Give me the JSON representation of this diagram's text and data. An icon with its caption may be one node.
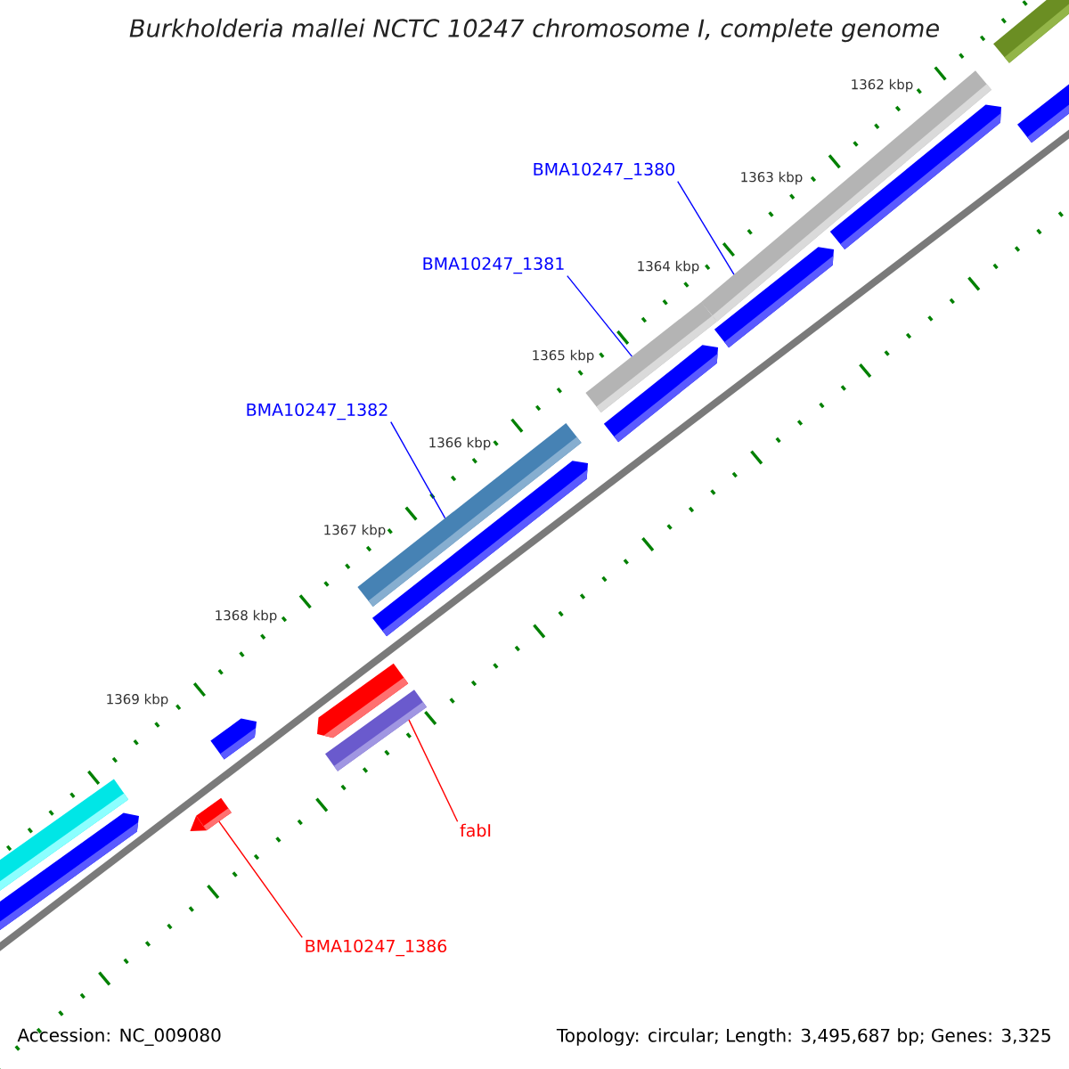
{
  "diagram": {
    "title": "Burkholderia mallei NCTC 10247 chromosome I, complete genome",
    "nodes": [
      {
        "text": [
          "BMA10247_1380"
        ]
      },
      {
        "text": [
          "BMA10247_1381"
        ]
      },
      {
        "text": [
          "BMA10247_1382"
        ]
      },
      {
        "text": [
          "fabI"
        ]
      },
      {
        "text": [
          "BMA10247_1386"
        ]
      },
      {
        "text": [],
        "shape": "bar"
      },
      {
        "text": [],
        "shape": "bar"
      },
      {
        "text": [],
        "shape": "bar"
      },
      {
        "text": [],
        "shape": "bar"
      },
      {
        "text": [],
        "shape": "bar"
      }
    ],
    "edges": [
      {
        "from": 0,
        "to": 5,
        "arrow": "none"
      },
      {
        "from": 1,
        "to": 6,
        "arrow": "none"
      },
      {
        "from": 2,
        "to": 7,
        "arrow": "none"
      },
      {
        "from": 3,
        "to": 8,
        "arrow": "none",
        "color": "#ff0000"
      },
      {
        "from": 4,
        "to": 9,
        "arrow": "none",
        "color": "#ff0000"
      }
    ],
    "labels": [
      "1362 kbp",
      "1363 kbp",
      "1364 kbp",
      "1365 kbp",
      "1366 kbp",
      "1367 kbp",
      "1368 kbp",
      "1369 kbp",
      "Accession: NC_009080",
      "Topology: circular; Length: 3,495,687 bp; Genes: 3,325"
    ]
  }
}
